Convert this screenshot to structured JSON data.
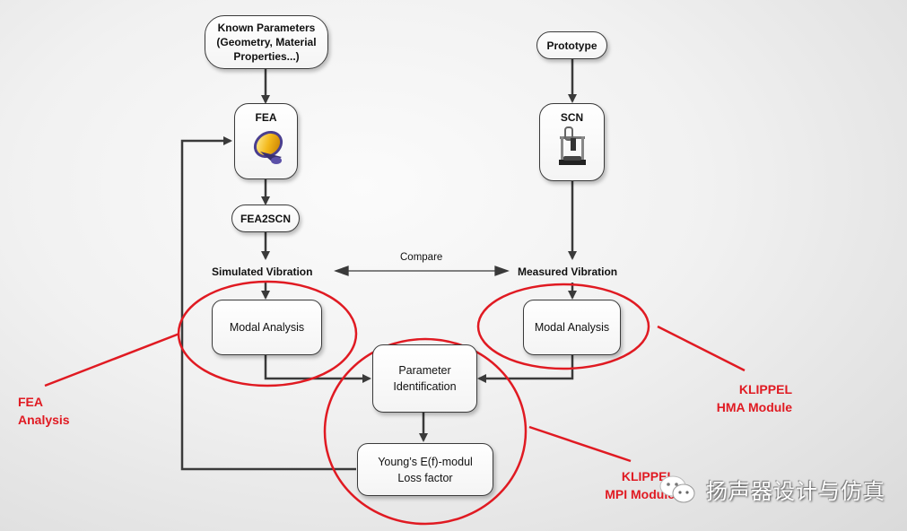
{
  "nodes": {
    "known_parameters": "Known Parameters (Geometry, Material Properties...)",
    "known_l1": "Known Parameters",
    "known_l2": "(Geometry, Material",
    "known_l3": "Properties...)",
    "fea": "FEA",
    "fea2scn": "FEA2SCN",
    "prototype": "Prototype",
    "scn": "SCN",
    "simulated_vibration": "Simulated Vibration",
    "measured_vibration": "Measured Vibration",
    "compare": "Compare",
    "modal_analysis_left": "Modal Analysis",
    "modal_analysis_right": "Modal Analysis",
    "param_l1": "Parameter",
    "param_l2": "Identification",
    "young_l1": "Young’s E(f)-modul",
    "young_l2": "Loss factor"
  },
  "annotations": {
    "fea_analysis_l1": "FEA",
    "fea_analysis_l2": "Analysis",
    "hma_l1": "KLIPPEL",
    "hma_l2": "HMA Module",
    "mpi_l1": "KLIPPEL",
    "mpi_l2": "MPI Module"
  },
  "watermark": {
    "text": "扬声器设计与仿真",
    "icon": "wechat-icon"
  },
  "colors": {
    "annotation_red": "#e01a22",
    "connector": "#3a3a3a"
  }
}
